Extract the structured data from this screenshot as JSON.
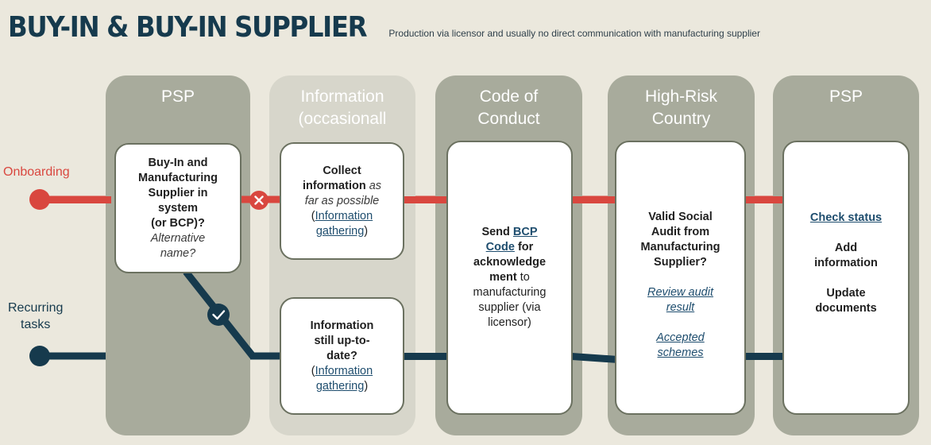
{
  "header": {
    "title": "BUY-IN & BUY-IN SUPPLIER",
    "subtitle": "Production via licensor and usually no direct communication with manufacturing supplier"
  },
  "lanes": {
    "onboarding": "Onboarding",
    "recurring": [
      "Recurring",
      "tasks"
    ]
  },
  "colors": {
    "onboarding": "#d9473f",
    "recurring": "#163a4d",
    "column": "#a8ab9c",
    "column_light": "#d7d6cb",
    "background": "#ebe8dd"
  },
  "columns": [
    {
      "heading": [
        "PSP"
      ],
      "cards": [
        {
          "line1": "Buy-In and",
          "line2": "Manufacturing",
          "line3": "Supplier in",
          "line4": "system",
          "line5": "(or BCP)?",
          "alt1": "Alternative",
          "alt2": "name?"
        }
      ]
    },
    {
      "heading": [
        "Information",
        "(occasionall"
      ],
      "cards": [
        {
          "bold1": "Collect",
          "bold2": "information",
          "it1": "as",
          "it2": "far as possible",
          "paren_open": "(",
          "link1": "Information",
          "link2": "gathering",
          "paren_close": ")"
        },
        {
          "bold1": "Information",
          "bold2": "still up-to-",
          "bold3": "date?",
          "paren_open": "(",
          "link1": "Information",
          "link2": "gathering",
          "paren_close": ")"
        }
      ]
    },
    {
      "heading": [
        "Code of",
        "Conduct"
      ],
      "cards": [
        {
          "bold1": "Send",
          "link1": "BCP",
          "link2": "Code",
          "bold2": "for",
          "bold3": "acknowledge",
          "bold4": "ment",
          "t1": "to",
          "t2": "manufacturing",
          "t3": "supplier (via",
          "t4": "licensor)"
        }
      ]
    },
    {
      "heading": [
        "High-Risk",
        "Country"
      ],
      "cards": [
        {
          "bold1": "Valid Social",
          "bold2": "Audit from",
          "bold3": "Manufacturing",
          "bold4": "Supplier?",
          "link1": "Review audit",
          "link2": "result",
          "link3": "Accepted",
          "link4": "schemes"
        }
      ]
    },
    {
      "heading": [
        "PSP"
      ],
      "cards": [
        {
          "link1": "Check status",
          "bold1": "Add",
          "bold2": "information",
          "bold3": "Update",
          "bold4": "documents"
        }
      ]
    }
  ]
}
